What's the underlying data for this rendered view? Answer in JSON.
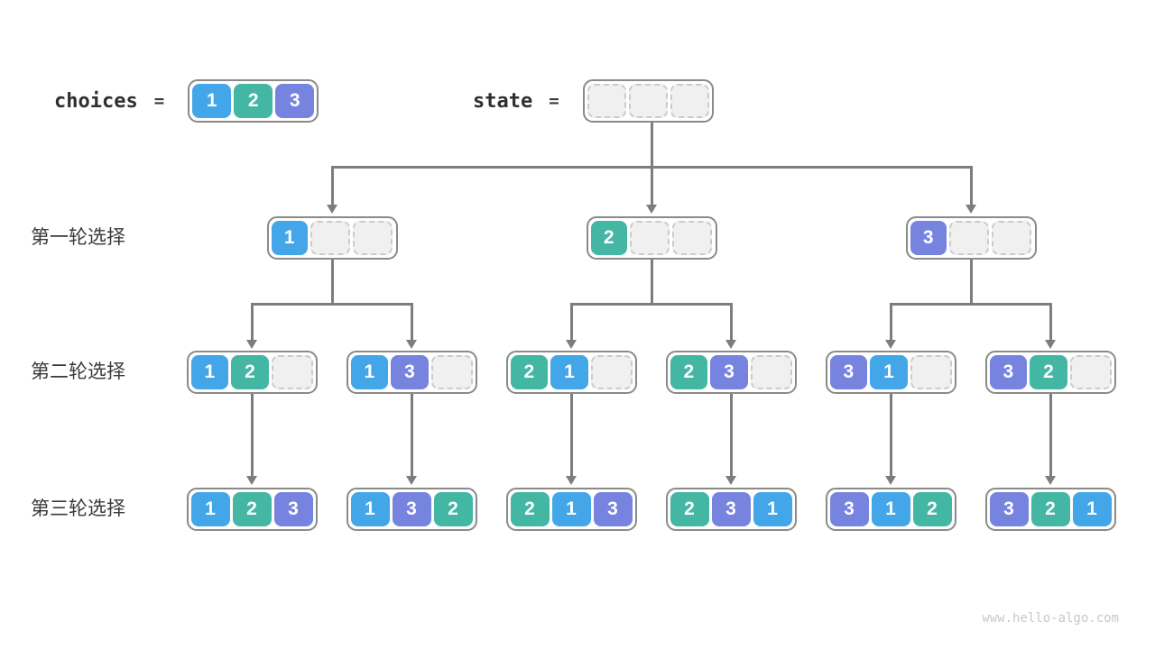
{
  "page": {
    "watermark": "www.hello-algo.com"
  },
  "colors": {
    "value1": "#42A6E9",
    "value2": "#43B6A4",
    "value3": "#7683DF",
    "empty_fill": "#F0F0F0",
    "empty_border": "#CBCBCB",
    "box_border": "#8A8A8A",
    "arrow": "#7D7D7D",
    "label": "#3A3A3A",
    "watermark": "#C8C8C8"
  },
  "legend": {
    "choices": {
      "label": "choices",
      "equals": "=",
      "values": [
        1,
        2,
        3
      ]
    },
    "state": {
      "label": "state",
      "equals": "=",
      "values": [
        null,
        null,
        null
      ]
    }
  },
  "rows": [
    {
      "label": "第一轮选择",
      "boxes": [
        [
          1,
          null,
          null
        ],
        [
          2,
          null,
          null
        ],
        [
          3,
          null,
          null
        ]
      ]
    },
    {
      "label": "第二轮选择",
      "boxes": [
        [
          1,
          2,
          null
        ],
        [
          1,
          3,
          null
        ],
        [
          2,
          1,
          null
        ],
        [
          2,
          3,
          null
        ],
        [
          3,
          1,
          null
        ],
        [
          3,
          2,
          null
        ]
      ]
    },
    {
      "label": "第三轮选择",
      "boxes": [
        [
          1,
          2,
          3
        ],
        [
          1,
          3,
          2
        ],
        [
          2,
          1,
          3
        ],
        [
          2,
          3,
          1
        ],
        [
          3,
          1,
          2
        ],
        [
          3,
          2,
          1
        ]
      ]
    }
  ]
}
